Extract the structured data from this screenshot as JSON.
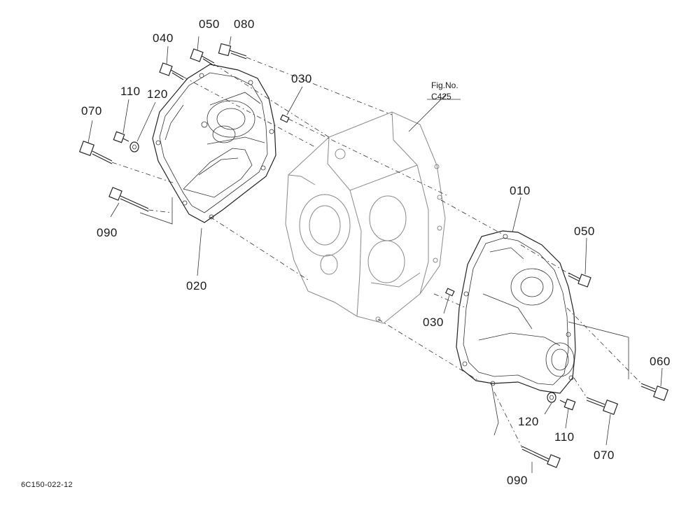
{
  "figure": {
    "fig_ref_line1": "Fig.No.",
    "fig_ref_line2": "C425",
    "drawing_code": "6C150-022-12"
  },
  "callouts": {
    "c040": "040",
    "c050_top": "050",
    "c080": "080",
    "c110_left": "110",
    "c120_left": "120",
    "c070_left": "070",
    "c090_left": "090",
    "c020": "020",
    "c030_top": "030",
    "c010": "010",
    "c050_right": "050",
    "c030_mid": "030",
    "c060": "060",
    "c120_right": "120",
    "c110_right": "110",
    "c070_right": "070",
    "c090_right": "090"
  }
}
